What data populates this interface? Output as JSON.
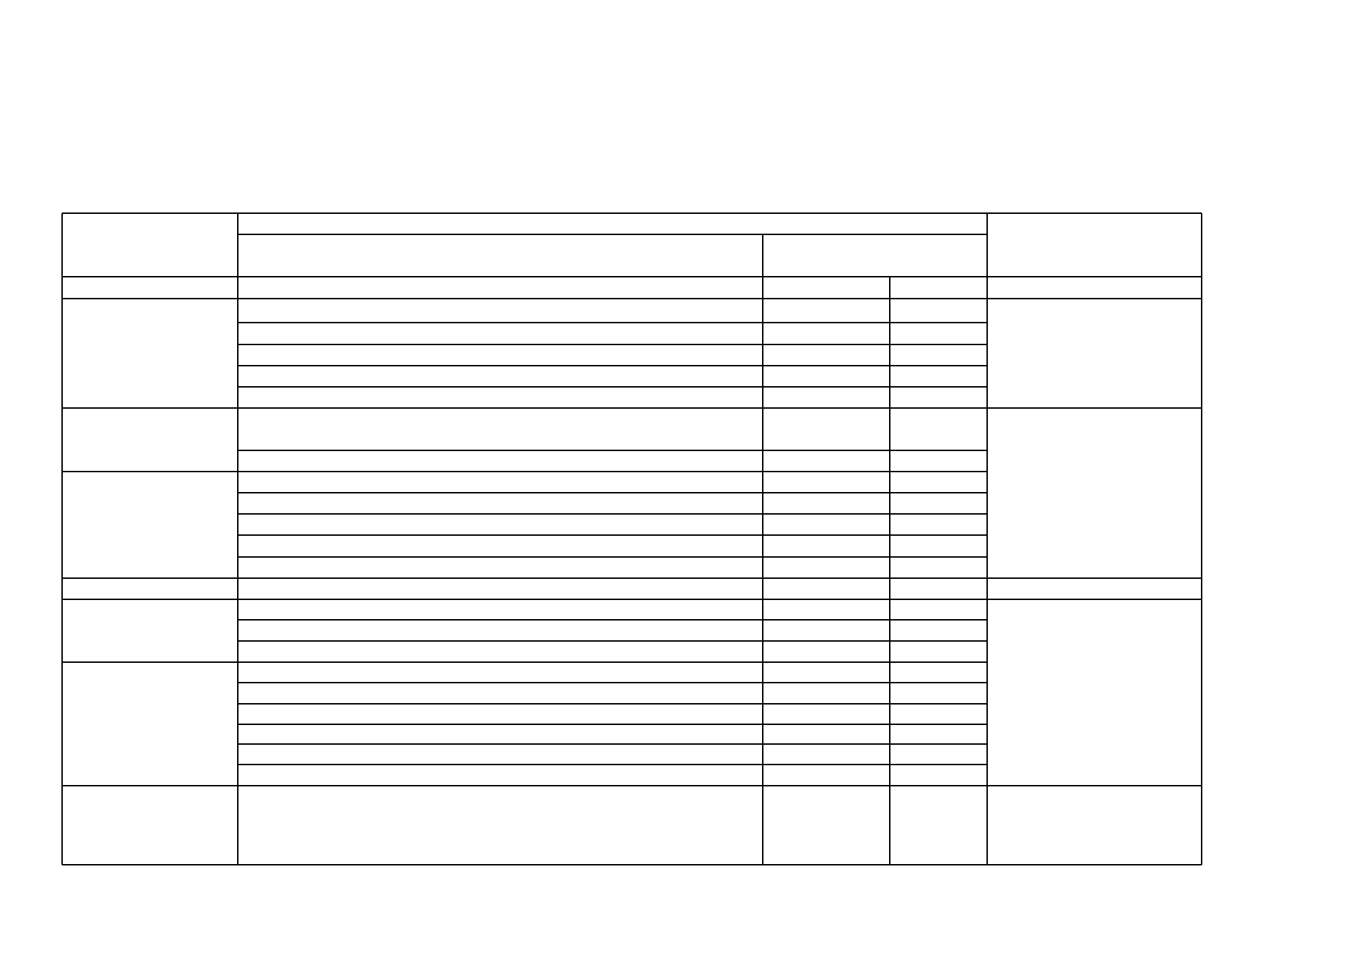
{
  "document": {
    "form_table": {
      "header_rows": 3,
      "body_rows": 25,
      "columns": 6,
      "line_color": "#000000",
      "background_color": "#ffffff",
      "cells_text": []
    }
  }
}
